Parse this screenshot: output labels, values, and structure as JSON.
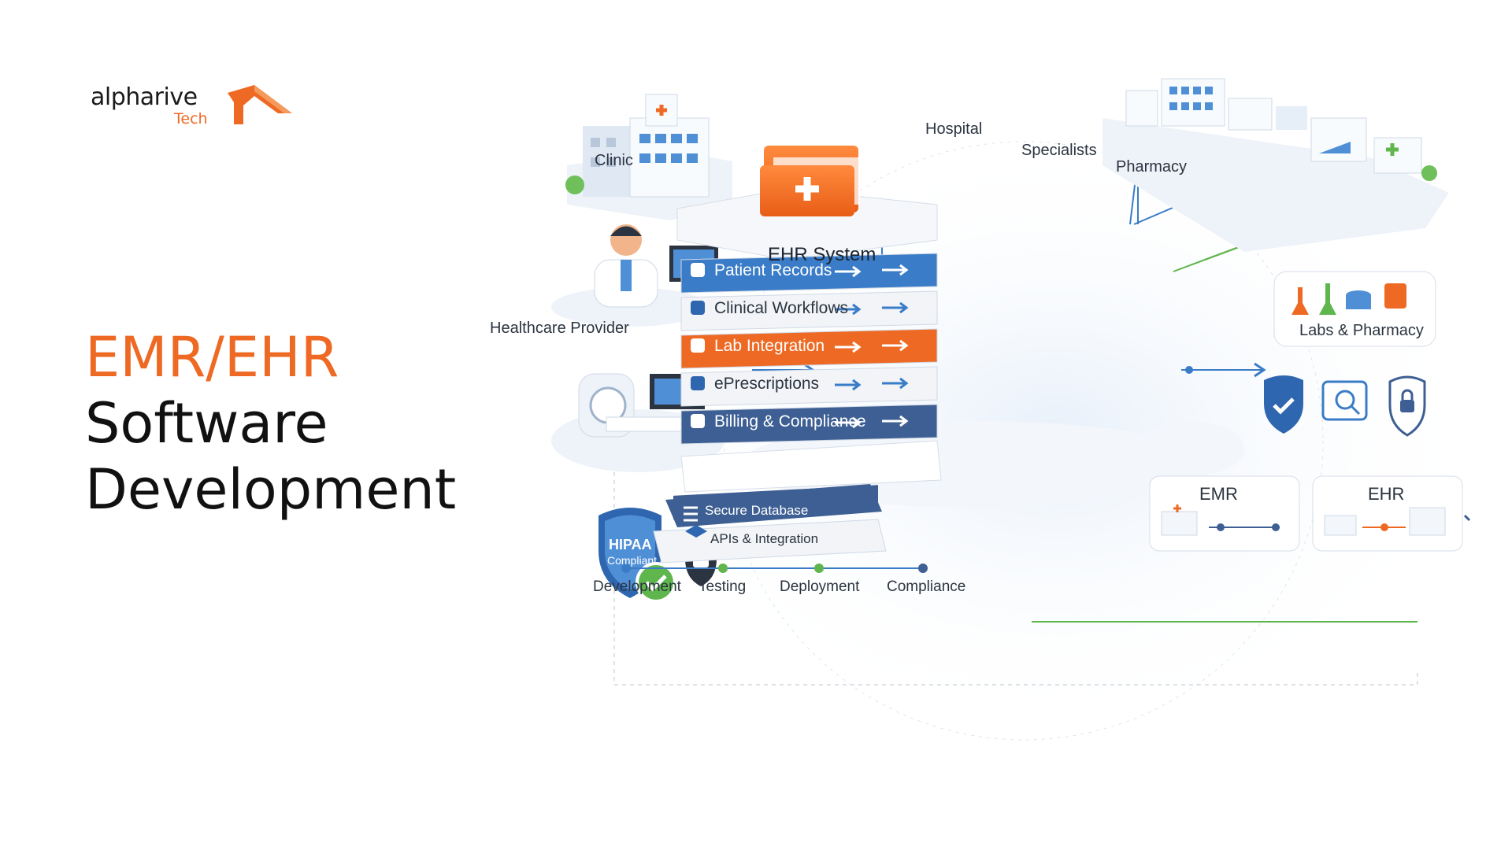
{
  "brand": {
    "name": "alpharive",
    "sub": "Tech",
    "accent_color": "#ee6a24"
  },
  "headline": {
    "accent": "EMR/EHR",
    "line1": "Software",
    "line2": "Development"
  },
  "diagram": {
    "center_title": "EHR System",
    "layers": [
      {
        "label": "Patient Records",
        "icon": "users-icon",
        "color": "#3a7cc7"
      },
      {
        "label": "Clinical Workflows",
        "icon": "cube-icon",
        "color": "#f2f4f7"
      },
      {
        "label": "Lab Integration",
        "icon": "flask-icon",
        "color": "#ee6a24"
      },
      {
        "label": "ePrescriptions",
        "icon": "rx-icon",
        "color": "#f2f4f7"
      },
      {
        "label": "Billing & Compliance",
        "icon": "check-circle-icon",
        "color": "#3d5f93"
      }
    ],
    "base_layers": [
      "Secure Database",
      "APIs & Integration"
    ],
    "nodes": {
      "clinic": "Clinic",
      "hospital": "Hospital",
      "specialists": "Specialists",
      "pharmacy": "Pharmacy",
      "provider": "Healthcare Provider",
      "labs": "Labs & Pharmacy",
      "emr": "EMR",
      "ehr": "EHR"
    },
    "badge": {
      "line1": "HIPAA",
      "line2": "Compliant"
    },
    "pipeline": [
      "Development",
      "Testing",
      "Deployment",
      "Compliance"
    ]
  }
}
